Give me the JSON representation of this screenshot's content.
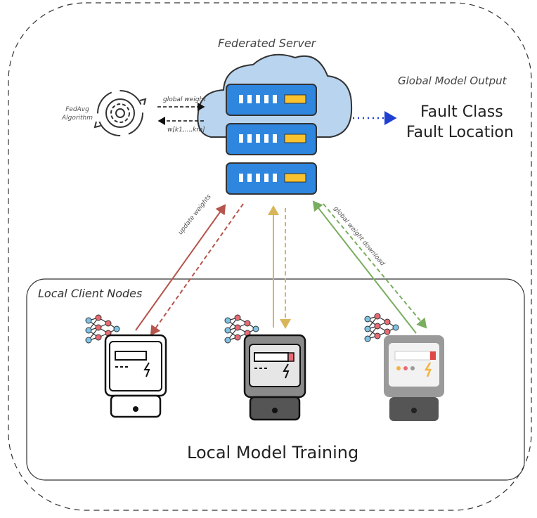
{
  "server": {
    "title": "Federated Server"
  },
  "output": {
    "title": "Global Model Output",
    "line1": "Fault Class",
    "line2": "Fault Location"
  },
  "algorithm": {
    "label": "FedAvg Algorithm"
  },
  "arrows": {
    "global_weight": "global weight",
    "weights_notation": "w[k1,...,km]",
    "update_weights": "update weights",
    "global_download": "global weight download"
  },
  "clients": {
    "title": "Local Client Nodes",
    "training": "Local Model Training"
  },
  "colors": {
    "server_blue": "#2e86de",
    "server_slot": "#f9c22e",
    "cloud": "#b8d4ef",
    "arrow_red": "#b5554d",
    "arrow_yellow": "#d9b55a",
    "arrow_green": "#79ad5f",
    "arrow_blue": "#1f3fd1"
  }
}
